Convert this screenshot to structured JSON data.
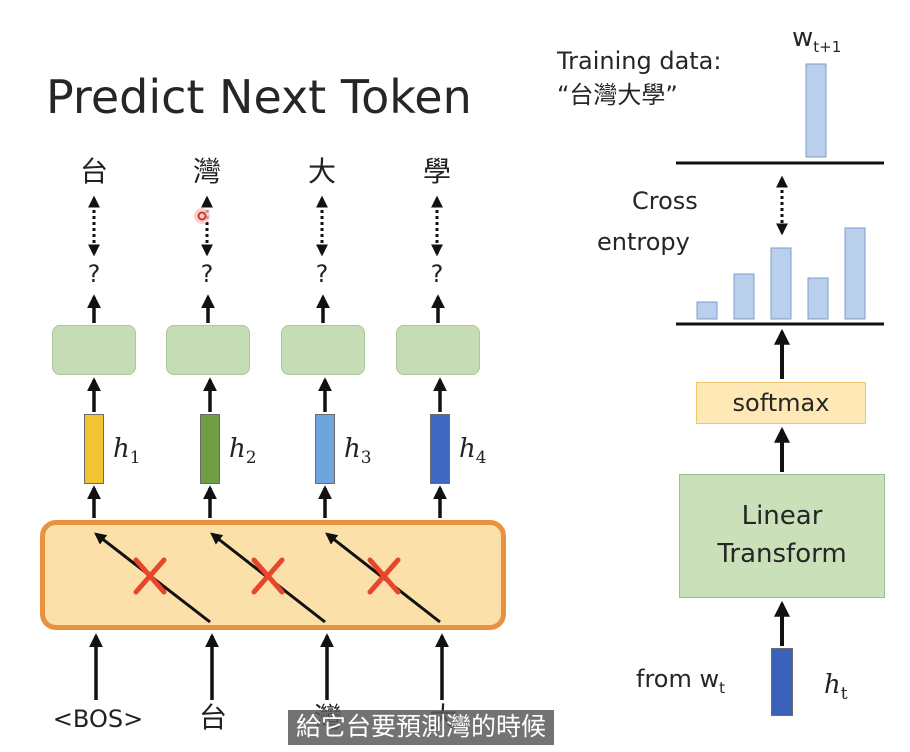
{
  "title": "Predict Next Token",
  "output_tokens": [
    "台",
    "灣",
    "大",
    "學"
  ],
  "predictions": [
    "?",
    "?",
    "?",
    "?"
  ],
  "hidden_labels": [
    {
      "var": "h",
      "sub": "1"
    },
    {
      "var": "h",
      "sub": "2"
    },
    {
      "var": "h",
      "sub": "3"
    },
    {
      "var": "h",
      "sub": "4"
    }
  ],
  "input_tokens": [
    "<BOS>",
    "台",
    "灣",
    "大"
  ],
  "right": {
    "training_data_label": "Training data:",
    "training_data_value": "“台灣大學”",
    "target_label": {
      "var": "w",
      "sub": "t+1"
    },
    "cross_entropy_line1": "Cross",
    "cross_entropy_line2": "entropy",
    "softmax_label": "softmax",
    "linear_line1": "Linear",
    "linear_line2": "Transform",
    "from_label": {
      "text": "from w",
      "sub": "t"
    },
    "h_label": {
      "var": "h",
      "sub": "t"
    }
  },
  "subtitle": "給它台要預測灣的時候",
  "colors": {
    "h1": "#f3c431",
    "h2": "#6f9e45",
    "h3": "#6fa4dc",
    "h4": "#3f68c2",
    "ht": "#3b62b8",
    "attention_fill": "#fbe0a9",
    "attention_border": "#e8913f",
    "cross_mark": "#e8452d",
    "bar_fill": "#b9cfec"
  }
}
